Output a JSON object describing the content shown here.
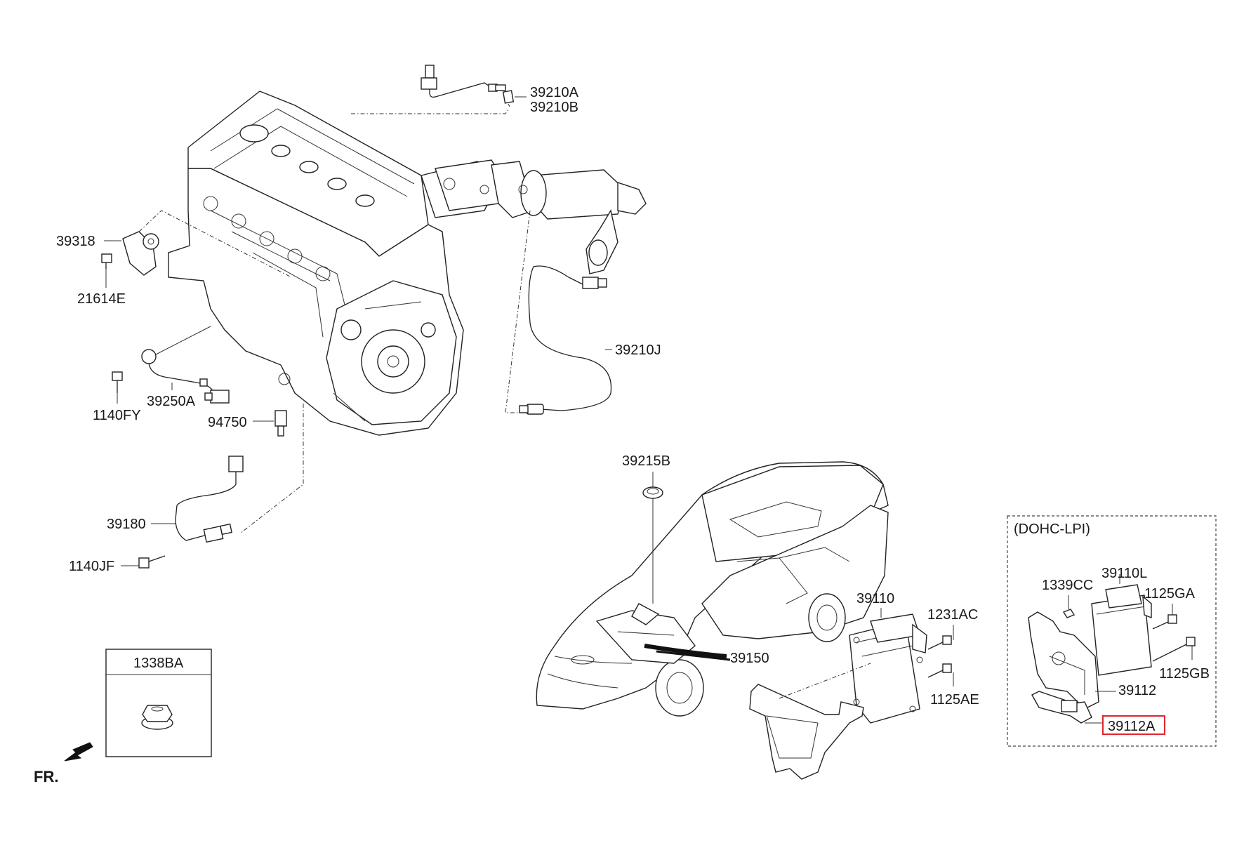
{
  "labels": {
    "p39210A": "39210A",
    "p39210B": "39210B",
    "p39318": "39318",
    "p21614E": "21614E",
    "p39210J": "39210J",
    "p1140FY": "1140FY",
    "p39250A": "39250A",
    "p94750": "94750",
    "p39215B": "39215B",
    "p39180": "39180",
    "p1140JF": "1140JF",
    "p39110": "39110",
    "p1231AC": "1231AC",
    "p39150": "39150",
    "p1125AE": "1125AE",
    "p1338BA": "1338BA",
    "dohc_title": "(DOHC-LPI)",
    "p1339CC": "1339CC",
    "p39110L": "39110L",
    "p1125GA": "1125GA",
    "p1125GB": "1125GB",
    "p39112": "39112",
    "p39112A": "39112A",
    "front_marker": "FR."
  },
  "highlighted_part": "39112A",
  "colors": {
    "line": "#222222",
    "highlight": "#e0262b",
    "background": "#ffffff"
  },
  "icons": {
    "front_arrow": "arrow-down-left-icon",
    "flange_nut": "hex-flange-nut-icon"
  }
}
